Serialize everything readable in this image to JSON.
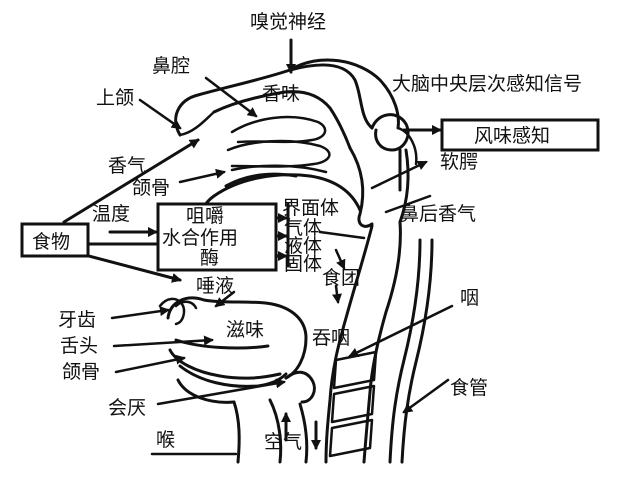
{
  "labels": {
    "olfactory_nerve": "嗅觉神经",
    "nasal_cavity": "鼻腔",
    "upper_jaw": "上颌",
    "aroma": "香味",
    "brain_signal": "大脑中央层次感知信号",
    "flavor_perception": "风味感知",
    "fragrance_gas": "香气",
    "jaw_bone_upper": "颌骨",
    "soft_palate": "软腭",
    "temperature": "温度",
    "food": "食物",
    "chewing_line1": "咀嚼",
    "chewing_line2": "水合作用",
    "chewing_line3": "酶",
    "interface_gas_line1": "界面体",
    "interface_gas_line2": "气体",
    "interface_gas_line3": "液体",
    "interface_gas_line4": "固体",
    "retronasal_aroma": "鼻后香气",
    "saliva": "唾液",
    "bolus": "食团",
    "pharynx": "咽",
    "teeth": "牙齿",
    "taste": "滋味",
    "tongue": "舌头",
    "swallow": "吞咽",
    "jaw_bone_lower": "颌骨",
    "esophagus": "食管",
    "epiglottis": "会厌",
    "larynx": "喉",
    "air": "空气"
  }
}
